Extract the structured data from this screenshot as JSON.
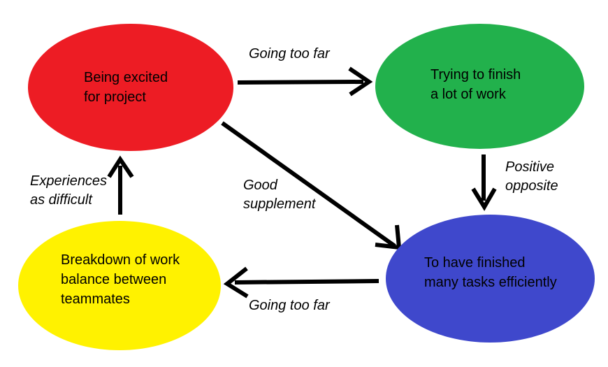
{
  "diagram": {
    "background_color": "#ffffff",
    "arrow_color": "#000000",
    "text_color": "#000000",
    "nodes": {
      "excited": {
        "label": "Being excited\nfor project",
        "color": "#ed1c24"
      },
      "trying": {
        "label": "Trying to finish\na lot of work",
        "color": "#22b14c"
      },
      "finished": {
        "label": "To have finished\nmany tasks efficiently",
        "color": "#3f48cc"
      },
      "breakdown": {
        "label": "Breakdown of work\nbalance between\nteammates",
        "color": "#fff200"
      }
    },
    "edges": {
      "excited_to_trying": {
        "label": "Going too far",
        "from": "excited",
        "to": "trying"
      },
      "trying_to_finished": {
        "label": "Positive\nopposite",
        "from": "trying",
        "to": "finished"
      },
      "excited_to_finished": {
        "label": "Good\nsupplement",
        "from": "excited",
        "to": "finished"
      },
      "finished_to_breakdown": {
        "label": "Going too far",
        "from": "finished",
        "to": "breakdown"
      },
      "breakdown_to_excited": {
        "label": "Experiences\nas difficult",
        "from": "breakdown",
        "to": "excited"
      }
    }
  }
}
